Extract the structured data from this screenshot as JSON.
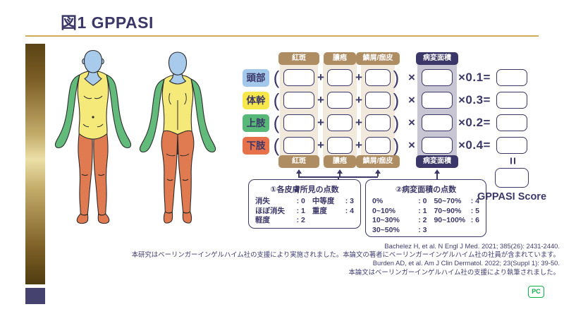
{
  "slide": {
    "title": "図1 GPPASI",
    "logo_text": "PC"
  },
  "colors": {
    "navy": "#3b3768",
    "header_tan": "#ae8d62",
    "band_beige": "#f0e9dc",
    "band_gray": "#c8c6d3",
    "head_blue": "#a9cbeb",
    "trunk_yellow": "#f5e97a",
    "arm_green": "#62ba7b",
    "leg_orange": "#e07a50",
    "gold": "#d2ab56",
    "logo_green": "#0db14e"
  },
  "table": {
    "column_headers": [
      "紅斑",
      "膿疱",
      "鱗屑/痂皮",
      "病変面積"
    ],
    "symbols": {
      "open": "(",
      "plus": "+",
      "close": ")",
      "times": "×",
      "equals_rotated": "="
    },
    "rows": [
      {
        "label": "頭部",
        "color": "#a3c8ea",
        "multiplier": "×0.1="
      },
      {
        "label": "体幹",
        "color": "#f6e84c",
        "multiplier": "×0.3="
      },
      {
        "label": "上肢",
        "color": "#57b877",
        "multiplier": "×0.2="
      },
      {
        "label": "下肢",
        "color": "#e7714b",
        "multiplier": "×0.4="
      }
    ],
    "score_label": "GPPASI Score"
  },
  "legend_skin": {
    "title": "①各皮膚所見の点数",
    "left": [
      {
        "label": "消失",
        "score": ": 0"
      },
      {
        "label": "ほぼ消失",
        "score": ": 1"
      },
      {
        "label": "軽度",
        "score": ": 2"
      }
    ],
    "right": [
      {
        "label": "中等度",
        "score": ": 3"
      },
      {
        "label": "重度",
        "score": ": 4"
      }
    ]
  },
  "legend_area": {
    "title": "②病変面積の点数",
    "left": [
      {
        "label": "0%",
        "score": ": 0"
      },
      {
        "label": "0~10%",
        "score": ": 1"
      },
      {
        "label": "10~30%",
        "score": ": 2"
      },
      {
        "label": "30~50%",
        "score": ": 3"
      }
    ],
    "right": [
      {
        "label": "50~70%",
        "score": ": 4"
      },
      {
        "label": "70~90%",
        "score": ": 5"
      },
      {
        "label": "90~100%",
        "score": ": 6"
      }
    ]
  },
  "references": [
    "Bachelez H, et al. N Engl J Med. 2021; 385(26): 2431-2440.",
    "本研究はベーリンガーインゲルハイム社の支援により実施されました。本論文の著者にベーリンガーインゲルハイム社の社員が含まれています。",
    "Burden AD, et al. Am J Clin Dermatol. 2022; 23(Suppl 1): 39-50.",
    "本論文はベーリンガーインゲルハイム社の支援により執筆されました。"
  ]
}
